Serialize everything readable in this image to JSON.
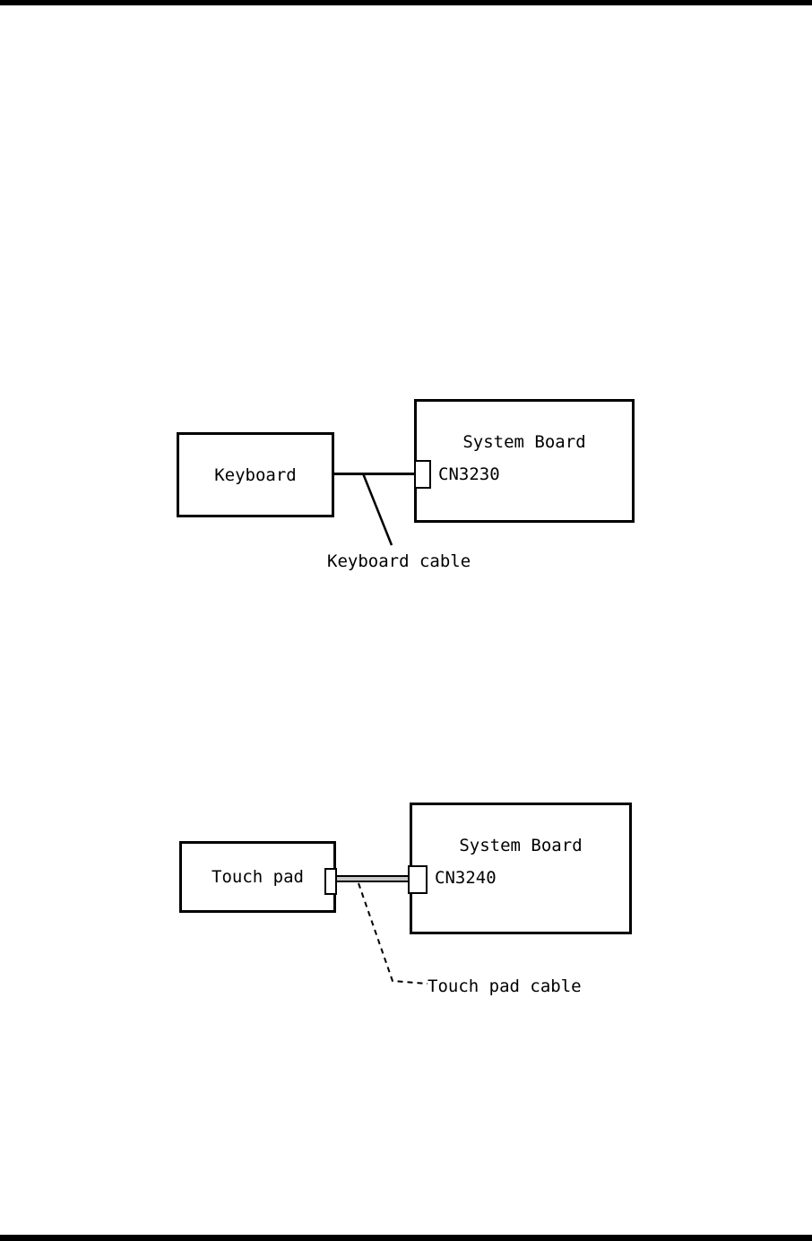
{
  "colors": {
    "ink": "#000000",
    "cable_fill": "#c8c8c8",
    "page_bg": "#ffffff"
  },
  "diagrams": [
    {
      "device": "Keyboard",
      "board": "System Board",
      "connector": "CN3230",
      "cable": "Keyboard cable"
    },
    {
      "device": "Touch pad",
      "board": "System Board",
      "connector": "CN3240",
      "cable": "Touch pad cable"
    }
  ]
}
